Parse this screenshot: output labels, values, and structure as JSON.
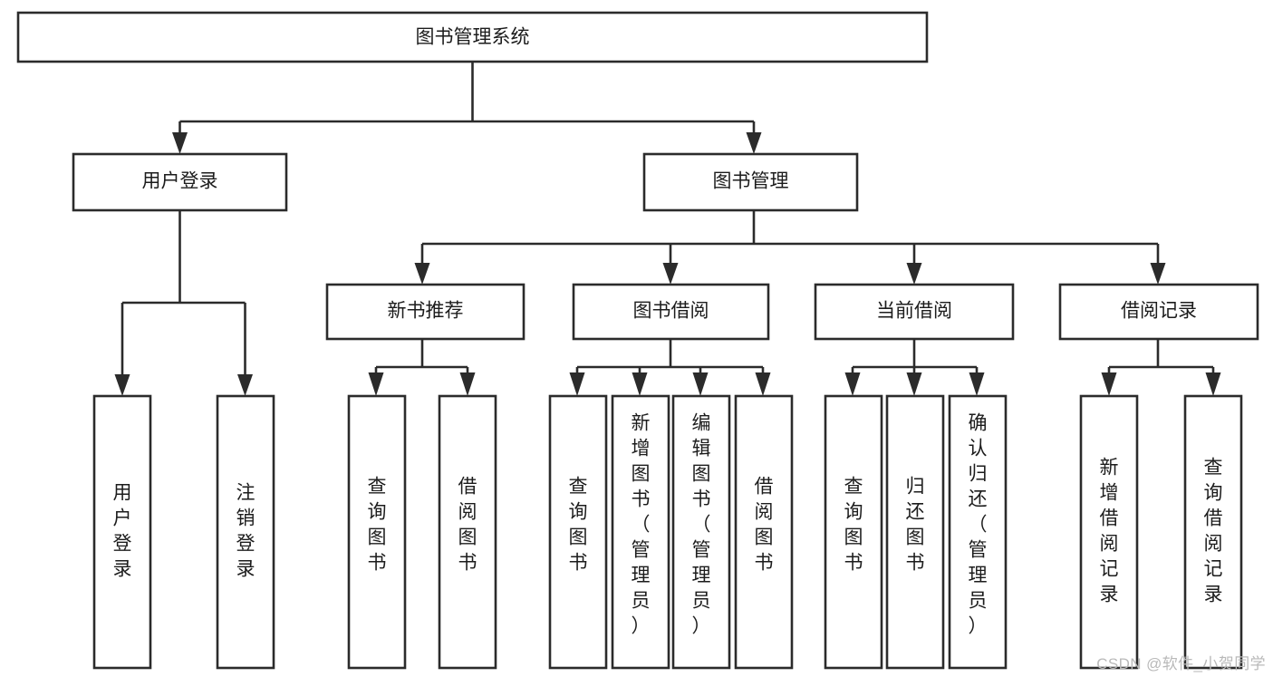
{
  "diagram": {
    "type": "tree-hierarchy",
    "title": "图书管理系统",
    "watermark": "CSDN @软件_小贺同学",
    "colors": {
      "stroke": "#2b2b2b",
      "fill": "#ffffff",
      "text": "#1c1c1c",
      "watermark": "#b9b9b9"
    },
    "root": {
      "id": "root",
      "label": "图书管理系统"
    },
    "level2": [
      {
        "id": "user-login",
        "label": "用户登录"
      },
      {
        "id": "book-manage",
        "label": "图书管理"
      }
    ],
    "level3": [
      {
        "id": "new-book-recommend",
        "label": "新书推荐",
        "parent": "book-manage"
      },
      {
        "id": "book-borrow",
        "label": "图书借阅",
        "parent": "book-manage"
      },
      {
        "id": "current-borrow",
        "label": "当前借阅",
        "parent": "book-manage"
      },
      {
        "id": "borrow-record",
        "label": "借阅记录",
        "parent": "book-manage"
      }
    ],
    "leaves": [
      {
        "id": "leaf-user-login",
        "label": "用户登录",
        "parent": "user-login"
      },
      {
        "id": "leaf-user-logout",
        "label": "注销登录",
        "parent": "user-login"
      },
      {
        "id": "leaf-query-book-1",
        "label": "查询图书",
        "parent": "new-book-recommend"
      },
      {
        "id": "leaf-borrow-book-1",
        "label": "借阅图书",
        "parent": "new-book-recommend"
      },
      {
        "id": "leaf-query-book-2",
        "label": "查询图书",
        "parent": "book-borrow"
      },
      {
        "id": "leaf-add-book",
        "label": "新增图书（管理员）",
        "parent": "book-borrow"
      },
      {
        "id": "leaf-edit-book",
        "label": "编辑图书（管理员）",
        "parent": "book-borrow"
      },
      {
        "id": "leaf-borrow-book-2",
        "label": "借阅图书",
        "parent": "book-borrow"
      },
      {
        "id": "leaf-query-book-3",
        "label": "查询图书",
        "parent": "current-borrow"
      },
      {
        "id": "leaf-return-book",
        "label": "归还图书",
        "parent": "current-borrow"
      },
      {
        "id": "leaf-confirm-return",
        "label": "确认归还（管理员）",
        "parent": "current-borrow"
      },
      {
        "id": "leaf-add-record",
        "label": "新增借阅记录",
        "parent": "borrow-record"
      },
      {
        "id": "leaf-query-record",
        "label": "查询借阅记录",
        "parent": "borrow-record"
      }
    ]
  }
}
